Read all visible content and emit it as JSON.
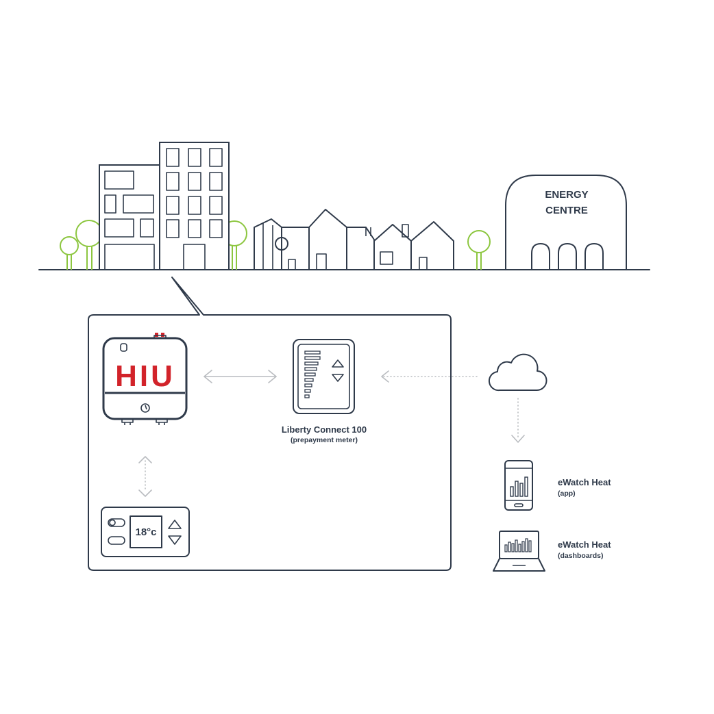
{
  "energy_centre": {
    "line1": "ENERGY",
    "line2": "CENTRE"
  },
  "hiu": {
    "label": "HIU",
    "label_color": "#d2232a"
  },
  "thermostat": {
    "temperature": "18°c"
  },
  "meter": {
    "title": "Liberty Connect 100",
    "subtitle": "(prepayment meter)"
  },
  "app": {
    "title": "eWatch Heat",
    "subtitle": "(app)"
  },
  "dashboards": {
    "title": "eWatch Heat",
    "subtitle": "(dashboards)"
  },
  "colors": {
    "line": "#2f3a4a",
    "tree": "#8cc63f",
    "connector": "#b9bcc0",
    "accent": "#d2232a"
  }
}
